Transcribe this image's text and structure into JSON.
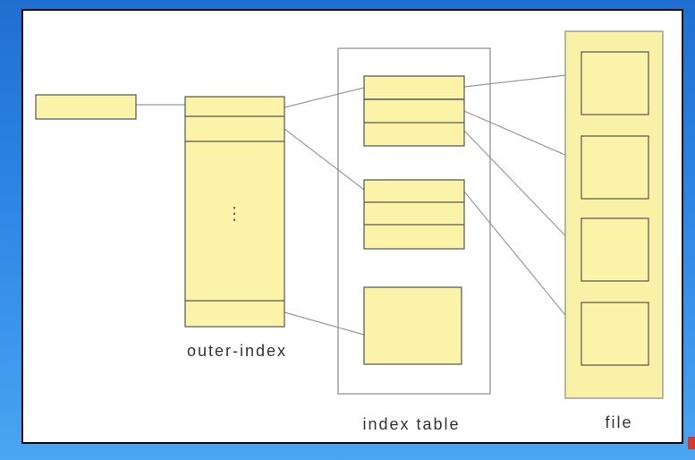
{
  "labels": {
    "outer_index": "outer-index",
    "index_table": "index table",
    "file": "file",
    "ellipsis": "⋮"
  },
  "colors": {
    "block_fill": "#fbf3a8",
    "block_stroke": "#555555",
    "container_stroke": "#8a8a8a",
    "connector": "#9a9a9a",
    "file_fill": "#f9f1a6",
    "frame_bg": "#ffffff"
  }
}
